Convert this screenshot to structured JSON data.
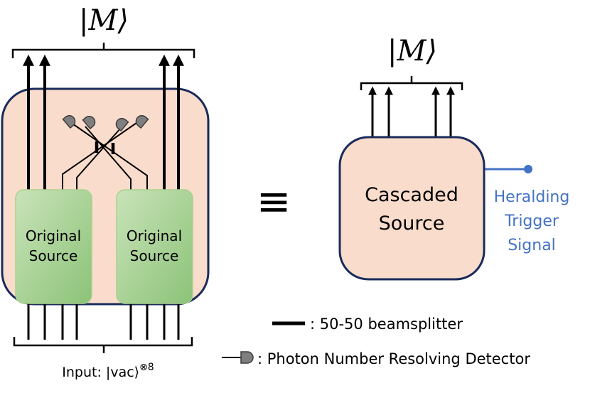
{
  "diagram": {
    "output_state_left": "|M⟩",
    "output_state_right": "|M⟩",
    "equivalence_symbol": "≡",
    "source_left": {
      "line1": "Original",
      "line2": "Source"
    },
    "source_right": {
      "line1": "Original",
      "line2": "Source"
    },
    "cascaded_source": {
      "line1": "Cascaded",
      "line2": "Source"
    },
    "heralding": {
      "line1": "Heralding",
      "line2": "Trigger",
      "line3": "Signal"
    },
    "input_label": "Input: |vac⟩",
    "input_exponent": "⊗8",
    "legend": {
      "beamsplitter": ": 50-50 beamsplitter",
      "detector": ": Photon Number Resolving Detector"
    },
    "colors": {
      "outer_fill": "#f9dccb",
      "outer_stroke": "#1a2b5c",
      "source_fill_light": "#c5e0b4",
      "source_fill_dark": "#8cc378",
      "source_stroke": "#a9d18e",
      "detector_fill": "#7f7f7f",
      "herald": "#4472c4"
    }
  }
}
